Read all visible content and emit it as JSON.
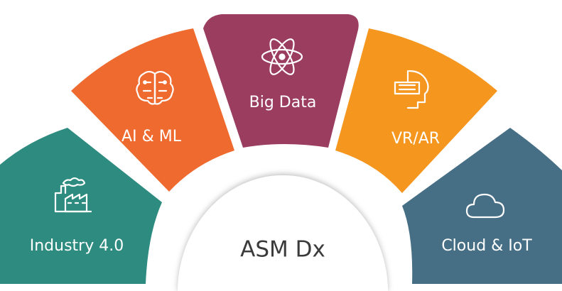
{
  "diagram": {
    "center": {
      "label": "ASM Dx"
    },
    "segments": [
      {
        "label": "Industry 4.0",
        "icon": "factory-icon",
        "color": "#2e8b80"
      },
      {
        "label": "AI & ML",
        "icon": "brain-icon",
        "color": "#ef6a2e"
      },
      {
        "label": "Big Data",
        "icon": "atom-icon",
        "color": "#9b3d5f"
      },
      {
        "label": "VR/AR",
        "icon": "vr-headset-icon",
        "color": "#f5961f"
      },
      {
        "label": "Cloud & IoT",
        "icon": "cloud-icon",
        "color": "#466f85"
      }
    ]
  }
}
